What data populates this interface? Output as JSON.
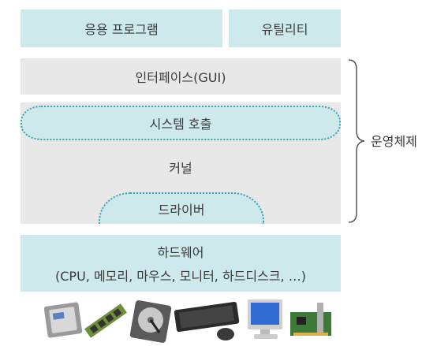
{
  "layers": {
    "apps": "응용 프로그램",
    "utility": "유틸리티",
    "gui": "인터페이스(GUI)",
    "syscall": "시스템 호출",
    "kernel": "커널",
    "driver": "드라이버",
    "hardware_title": "하드웨어",
    "hardware_detail": "(CPU, 메모리, 마우스, 모니터, 하드디스크, …)"
  },
  "brace_label": "운영체제",
  "colors": {
    "teal": "#cde9ec",
    "gray": "#e8e8e8",
    "dotted": "#3aa0b0"
  },
  "hardware_icons": [
    "cpu-icon",
    "memory-icon",
    "hard-disk-icon",
    "keyboard-icon",
    "mouse-icon",
    "monitor-icon",
    "network-card-icon"
  ]
}
